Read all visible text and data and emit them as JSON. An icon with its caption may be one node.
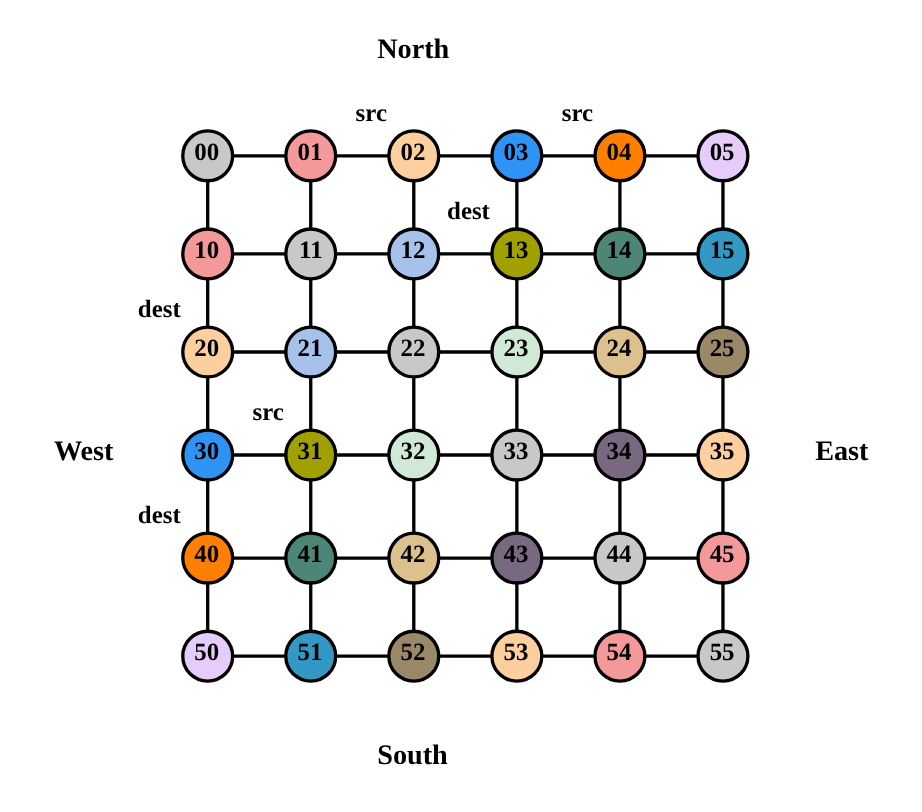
{
  "diagram": {
    "nodes": [
      {
        "text": [
          "00"
        ]
      },
      {
        "text": [
          "01"
        ]
      },
      {
        "text": [
          "02"
        ],
        "beside": [
          "src"
        ]
      },
      {
        "text": [
          "03"
        ]
      },
      {
        "text": [
          "04"
        ],
        "beside": [
          "src"
        ]
      },
      {
        "text": [
          "05"
        ]
      },
      {
        "text": [
          "10"
        ]
      },
      {
        "text": [
          "11"
        ]
      },
      {
        "text": [
          "12"
        ]
      },
      {
        "text": [
          "13"
        ],
        "beside": [
          "dest"
        ]
      },
      {
        "text": [
          "14"
        ]
      },
      {
        "text": [
          "15"
        ]
      },
      {
        "text": [
          "20"
        ],
        "beside": [
          "dest"
        ]
      },
      {
        "text": [
          "21"
        ]
      },
      {
        "text": [
          "22"
        ]
      },
      {
        "text": [
          "23"
        ]
      },
      {
        "text": [
          "24"
        ]
      },
      {
        "text": [
          "25"
        ]
      },
      {
        "text": [
          "30"
        ]
      },
      {
        "text": [
          "31"
        ],
        "beside": [
          "src"
        ]
      },
      {
        "text": [
          "32"
        ]
      },
      {
        "text": [
          "33"
        ]
      },
      {
        "text": [
          "34"
        ]
      },
      {
        "text": [
          "35"
        ]
      },
      {
        "text": [
          "40"
        ],
        "beside": [
          "dest"
        ]
      },
      {
        "text": [
          "41"
        ]
      },
      {
        "text": [
          "42"
        ]
      },
      {
        "text": [
          "43"
        ]
      },
      {
        "text": [
          "44"
        ]
      },
      {
        "text": [
          "45"
        ]
      },
      {
        "text": [
          "50"
        ]
      },
      {
        "text": [
          "51"
        ]
      },
      {
        "text": [
          "52"
        ]
      },
      {
        "text": [
          "53"
        ]
      },
      {
        "text": [
          "54"
        ]
      },
      {
        "text": [
          "55"
        ]
      }
    ],
    "edges": [
      {
        "from": 0,
        "to": 1,
        "arrow": "none"
      },
      {
        "from": 1,
        "to": 2,
        "arrow": "none"
      },
      {
        "from": 2,
        "to": 3,
        "arrow": "none"
      },
      {
        "from": 3,
        "to": 4,
        "arrow": "none"
      },
      {
        "from": 4,
        "to": 5,
        "arrow": "none"
      },
      {
        "from": 0,
        "to": 6,
        "arrow": "none"
      },
      {
        "from": 1,
        "to": 7,
        "arrow": "none"
      },
      {
        "from": 2,
        "to": 8,
        "arrow": "none"
      },
      {
        "from": 3,
        "to": 9,
        "arrow": "none"
      },
      {
        "from": 4,
        "to": 10,
        "arrow": "none"
      },
      {
        "from": 5,
        "to": 11,
        "arrow": "none"
      },
      {
        "from": 6,
        "to": 7,
        "arrow": "none"
      },
      {
        "from": 7,
        "to": 8,
        "arrow": "none"
      },
      {
        "from": 8,
        "to": 9,
        "arrow": "none"
      },
      {
        "from": 9,
        "to": 10,
        "arrow": "none"
      },
      {
        "from": 10,
        "to": 11,
        "arrow": "none"
      },
      {
        "from": 6,
        "to": 12,
        "arrow": "none"
      },
      {
        "from": 7,
        "to": 13,
        "arrow": "none"
      },
      {
        "from": 8,
        "to": 14,
        "arrow": "none"
      },
      {
        "from": 9,
        "to": 15,
        "arrow": "none"
      },
      {
        "from": 10,
        "to": 16,
        "arrow": "none"
      },
      {
        "from": 11,
        "to": 17,
        "arrow": "none"
      },
      {
        "from": 12,
        "to": 13,
        "arrow": "none"
      },
      {
        "from": 13,
        "to": 14,
        "arrow": "none"
      },
      {
        "from": 14,
        "to": 15,
        "arrow": "none"
      },
      {
        "from": 15,
        "to": 16,
        "arrow": "none"
      },
      {
        "from": 16,
        "to": 17,
        "arrow": "none"
      },
      {
        "from": 12,
        "to": 18,
        "arrow": "none"
      },
      {
        "from": 13,
        "to": 19,
        "arrow": "none"
      },
      {
        "from": 14,
        "to": 20,
        "arrow": "none"
      },
      {
        "from": 15,
        "to": 21,
        "arrow": "none"
      },
      {
        "from": 16,
        "to": 22,
        "arrow": "none"
      },
      {
        "from": 17,
        "to": 23,
        "arrow": "none"
      },
      {
        "from": 18,
        "to": 19,
        "arrow": "none"
      },
      {
        "from": 19,
        "to": 20,
        "arrow": "none"
      },
      {
        "from": 20,
        "to": 21,
        "arrow": "none"
      },
      {
        "from": 21,
        "to": 22,
        "arrow": "none"
      },
      {
        "from": 22,
        "to": 23,
        "arrow": "none"
      },
      {
        "from": 18,
        "to": 24,
        "arrow": "none"
      },
      {
        "from": 19,
        "to": 25,
        "arrow": "none"
      },
      {
        "from": 20,
        "to": 26,
        "arrow": "none"
      },
      {
        "from": 21,
        "to": 27,
        "arrow": "none"
      },
      {
        "from": 22,
        "to": 28,
        "arrow": "none"
      },
      {
        "from": 23,
        "to": 29,
        "arrow": "none"
      },
      {
        "from": 24,
        "to": 25,
        "arrow": "none"
      },
      {
        "from": 25,
        "to": 26,
        "arrow": "none"
      },
      {
        "from": 26,
        "to": 27,
        "arrow": "none"
      },
      {
        "from": 27,
        "to": 28,
        "arrow": "none"
      },
      {
        "from": 28,
        "to": 29,
        "arrow": "none"
      },
      {
        "from": 24,
        "to": 30,
        "arrow": "none"
      },
      {
        "from": 25,
        "to": 31,
        "arrow": "none"
      },
      {
        "from": 26,
        "to": 32,
        "arrow": "none"
      },
      {
        "from": 27,
        "to": 33,
        "arrow": "none"
      },
      {
        "from": 28,
        "to": 34,
        "arrow": "none"
      },
      {
        "from": 29,
        "to": 35,
        "arrow": "none"
      },
      {
        "from": 30,
        "to": 31,
        "arrow": "none"
      },
      {
        "from": 31,
        "to": 32,
        "arrow": "none"
      },
      {
        "from": 32,
        "to": 33,
        "arrow": "none"
      },
      {
        "from": 33,
        "to": 34,
        "arrow": "none"
      },
      {
        "from": 34,
        "to": 35,
        "arrow": "none"
      }
    ],
    "labels": [
      "North",
      "West",
      "East",
      "South"
    ]
  }
}
